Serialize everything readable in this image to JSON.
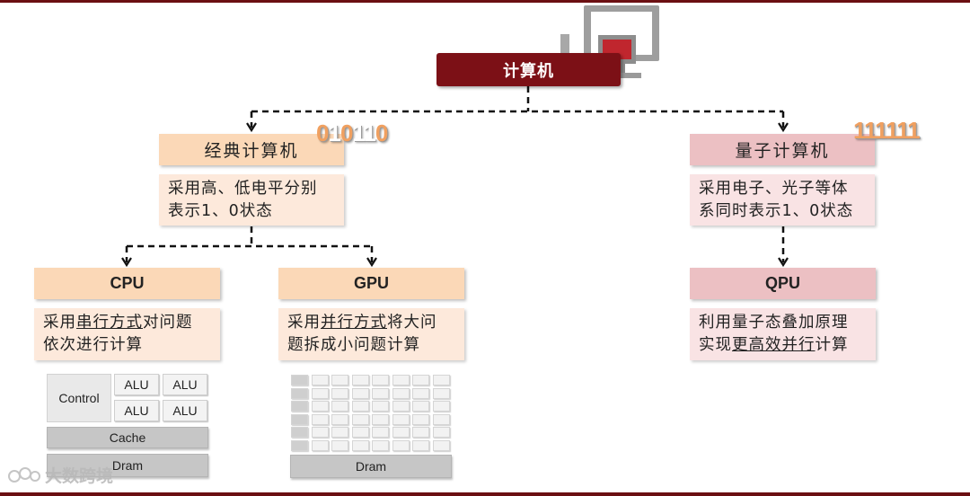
{
  "root": {
    "label": "计算机"
  },
  "classical": {
    "title": "经典计算机",
    "binary": "010110",
    "desc_line1": "采用高、低电平分别",
    "desc_line2": "表示1、0状态"
  },
  "quantum": {
    "title": "量子计算机",
    "binary": "111111",
    "desc_line1": "采用电子、光子等体",
    "desc_line2": "系同时表示1、0状态"
  },
  "cpu": {
    "title": "CPU",
    "desc_line1_pre": "采用",
    "desc_line1_u": "串行方式",
    "desc_line1_post": "对问题",
    "desc_line2": "依次进行计算",
    "diagram": {
      "control": "Control",
      "alu": [
        "ALU",
        "ALU",
        "ALU",
        "ALU"
      ],
      "cache": "Cache",
      "dram": "Dram"
    }
  },
  "gpu": {
    "title": "GPU",
    "desc_line1_pre": "采用",
    "desc_line1_u": "并行方式",
    "desc_line1_post": "将大问",
    "desc_line2": "题拆成小问题计算",
    "diagram": {
      "dram": "Dram",
      "rows": 6,
      "cols": 8
    }
  },
  "qpu": {
    "title": "QPU",
    "desc_line1": "利用量子态叠加原理",
    "desc_line2_pre": "实现",
    "desc_line2_u": "更高效并行",
    "desc_line2_post": "计算"
  },
  "watermark": {
    "text": "大数跨境"
  },
  "colors": {
    "accent": "#7c1016",
    "orange_head": "#fbd8b7",
    "orange_desc": "#fde9db",
    "pink_head": "#ecc0c3",
    "pink_desc": "#f9e3e4",
    "binary_classical_0": "#f0a060",
    "binary_classical_1": "#ffffff",
    "binary_quantum": "#f0a060"
  }
}
